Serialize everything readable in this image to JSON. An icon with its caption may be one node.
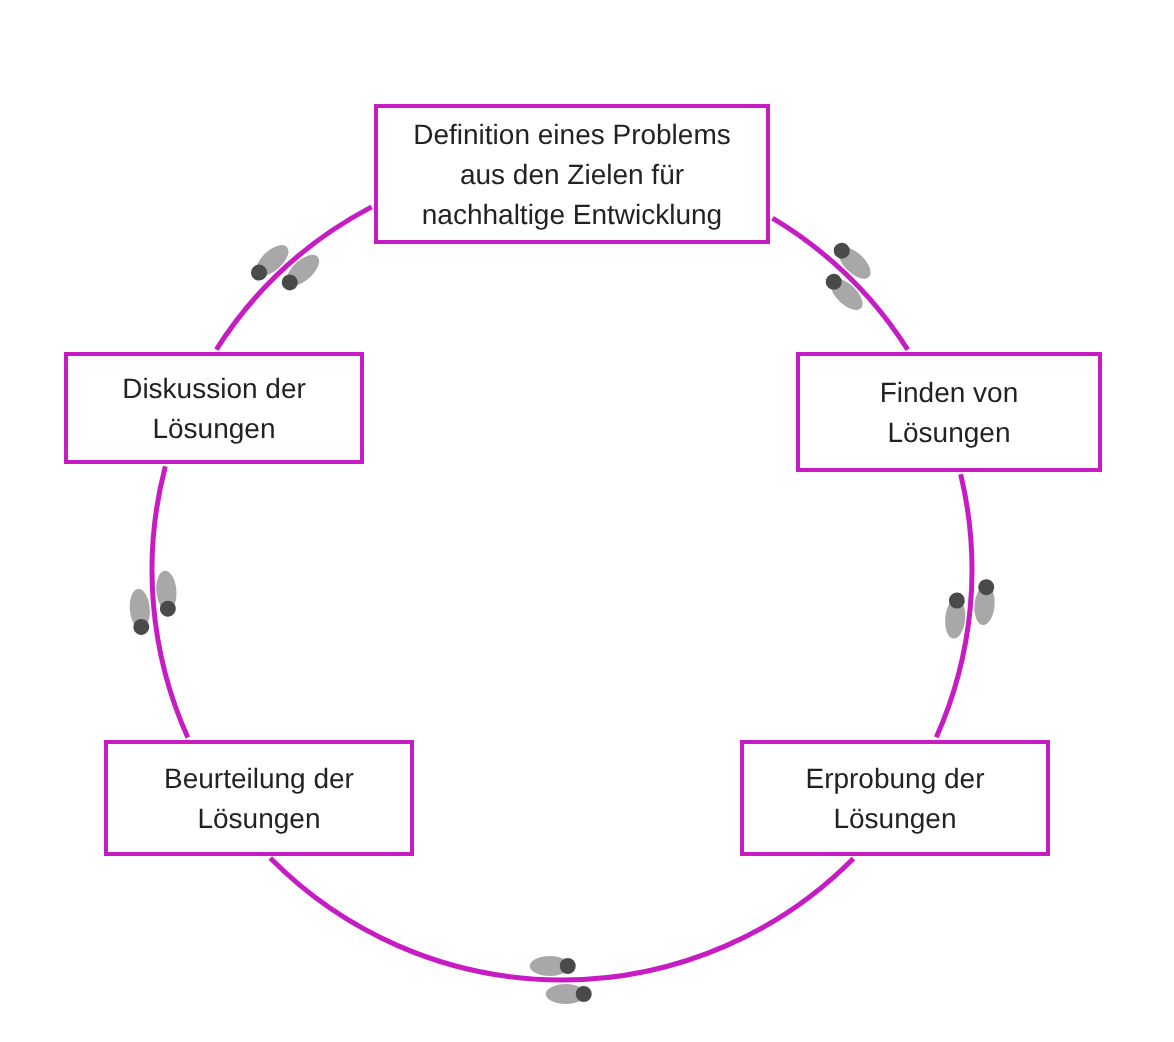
{
  "diagram": {
    "nodes": [
      {
        "text": [
          "Definition eines Problems aus den Zielen für nachhaltige Entwicklung"
        ]
      },
      {
        "text": [
          "Finden von Lösungen"
        ]
      },
      {
        "text": [
          "Erprobung der Lösungen"
        ]
      },
      {
        "text": [
          "Beurteilung der Lösungen"
        ]
      },
      {
        "text": [
          "Diskussion der Lösungen"
        ]
      }
    ],
    "edges": [
      {
        "from": 0,
        "to": 1,
        "arrow": "none"
      },
      {
        "from": 1,
        "to": 2,
        "arrow": "none"
      },
      {
        "from": 2,
        "to": 3,
        "arrow": "none"
      },
      {
        "from": 3,
        "to": 4,
        "arrow": "none"
      },
      {
        "from": 4,
        "to": 0,
        "arrow": "none"
      }
    ]
  }
}
